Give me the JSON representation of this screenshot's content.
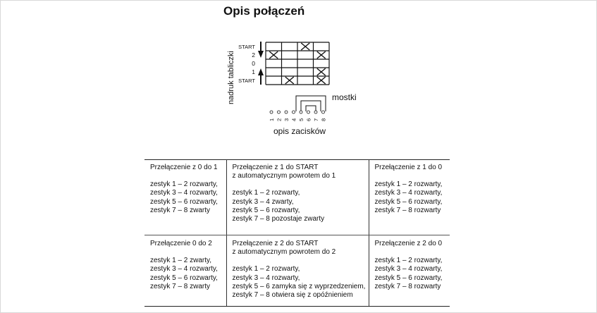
{
  "title": "Opis połączeń",
  "diagram": {
    "side_label": "nadruk tabliczki",
    "positions": [
      "START",
      "2",
      "0",
      "1",
      "START"
    ],
    "arrow_labels": [
      "↓",
      "↑"
    ],
    "bridges_label": "mostki",
    "terminals_label": "opis zacisków",
    "terminals": [
      "1",
      "2",
      "3",
      "4",
      "5",
      "6",
      "7",
      "8"
    ],
    "contacts": [
      {
        "position": "START",
        "column": 3
      },
      {
        "position": "2",
        "column": 1
      },
      {
        "position": "2",
        "column": 4
      },
      {
        "position": "1",
        "column": 4
      },
      {
        "position": "START",
        "column": 2
      },
      {
        "position": "START",
        "column": 4
      }
    ]
  },
  "cells": [
    {
      "title": "Przełączenie z 0 do 1",
      "subtitle": "",
      "lines": [
        "zestyk 1 – 2 rozwarty,",
        "zestyk 3 – 4 rozwarty,",
        "zestyk 5 – 6 rozwarty,",
        "zestyk 7 – 8 zwarty"
      ]
    },
    {
      "title": "Przełączenie z 1 do START",
      "subtitle": "z automatycznym powrotem do 1",
      "lines": [
        "zestyk 1 – 2 rozwarty,",
        "zestyk 3 – 4 zwarty,",
        "zestyk 5 – 6 rozwarty,",
        "zestyk 7 – 8 pozostaje zwarty"
      ]
    },
    {
      "title": "Przełączenie z 1 do 0",
      "subtitle": "",
      "lines": [
        "zestyk 1 – 2 rozwarty,",
        "zestyk 3 – 4 rozwarty,",
        "zestyk 5 – 6 rozwarty,",
        "zestyk 7 – 8 rozwarty"
      ]
    },
    {
      "title": "Przełączenie 0 do 2",
      "subtitle": "",
      "lines": [
        "zestyk 1 – 2 zwarty,",
        "zestyk 3 – 4 rozwarty,",
        "zestyk 5 – 6 rozwarty,",
        "zestyk 7 – 8 zwarty"
      ]
    },
    {
      "title": "Przełączenie z 2 do START",
      "subtitle": "z automatycznym powrotem do 2",
      "lines": [
        "zestyk 1 – 2 rozwarty,",
        "zestyk 3 – 4 rozwarty,",
        "zestyk 5 – 6 zamyka się z wyprzedzeniem,",
        "zestyk 7 – 8 otwiera się z opóźnieniem"
      ]
    },
    {
      "title": "Przełączenie z 2 do 0",
      "subtitle": "",
      "lines": [
        "zestyk 1 – 2 rozwarty,",
        "zestyk 3 – 4 rozwarty,",
        "zestyk 5 – 6 rozwarty,",
        "zestyk 7 – 8 rozwarty"
      ]
    }
  ]
}
